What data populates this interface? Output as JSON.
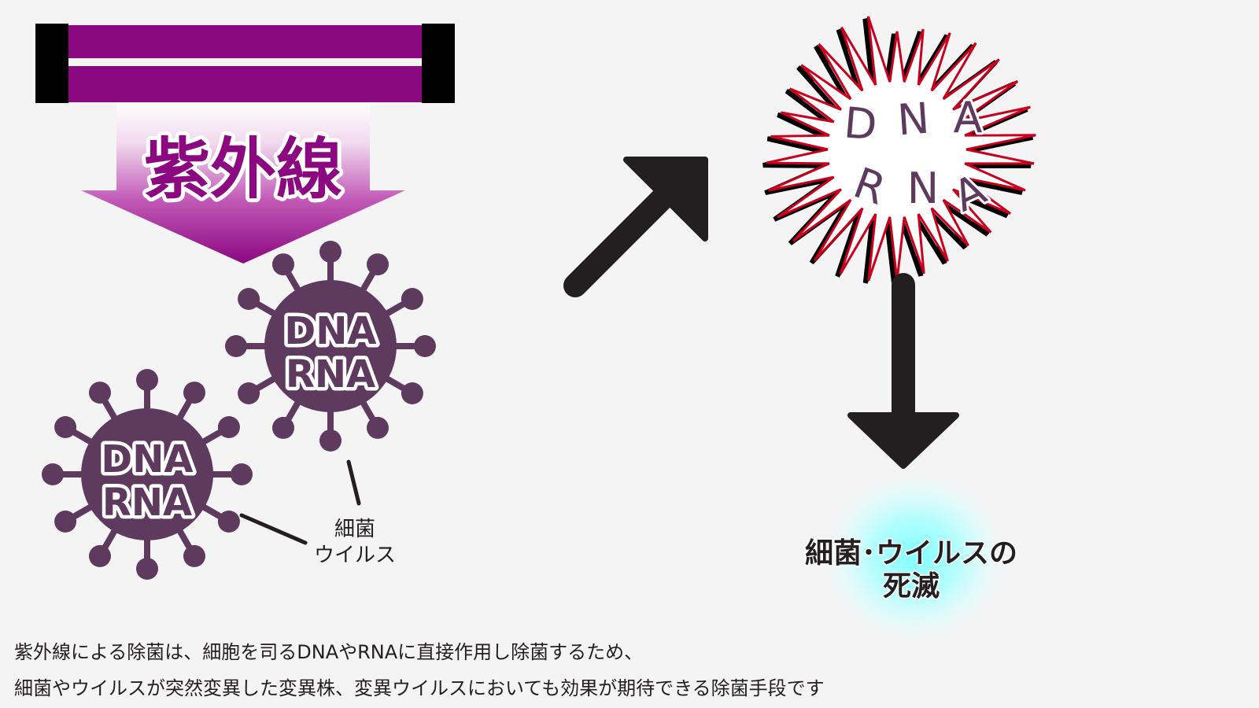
{
  "uv_label": "紫外線",
  "virus_front": {
    "line1": "DNA",
    "line2": "RNA"
  },
  "virus_back": {
    "line1": "DNA",
    "line2": "RNA"
  },
  "pathogen_label": {
    "line1": "細菌",
    "line2": "ウイルス"
  },
  "burst": {
    "dna_letters": [
      "D",
      "N",
      "A"
    ],
    "rna_letters": [
      "R",
      "N",
      "A"
    ]
  },
  "result_label": {
    "line1": "細菌･ウイルスの",
    "line2": "死滅"
  },
  "caption": {
    "line1": "紫外線による除菌は、細胞を司るDNAやRNAに直接作用し除菌するため、",
    "line2": "細菌やウイルスが突然変異した変異株、変異ウイルスにおいても効果が期待できる除菌手段です"
  },
  "colors": {
    "background": "#f4f4f4",
    "lamp_tube": "#8b0880",
    "lamp_cap": "#000000",
    "uv_text": "#8b0880",
    "virus_body": "#5d3a5e",
    "arrow": "#231f20",
    "burst_outline": "#c8001e",
    "burst_letters": "#5d3a5e",
    "glow": "#7fffff"
  },
  "icons": [
    "uv-lamp-icon",
    "virus-icon",
    "burst-icon",
    "arrow-up-right-icon",
    "arrow-down-icon"
  ]
}
